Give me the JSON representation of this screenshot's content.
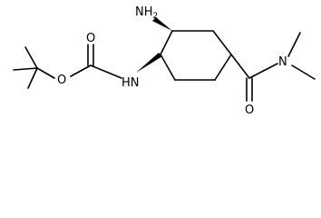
{
  "molecule": {
    "atoms": {
      "amine": "NH",
      "amine_subscript": "2",
      "carbamate_nh": "HN",
      "ester_o": "O",
      "carbonyl_o_left": "O",
      "amide_n": "N",
      "carbonyl_o_right": "O"
    }
  }
}
